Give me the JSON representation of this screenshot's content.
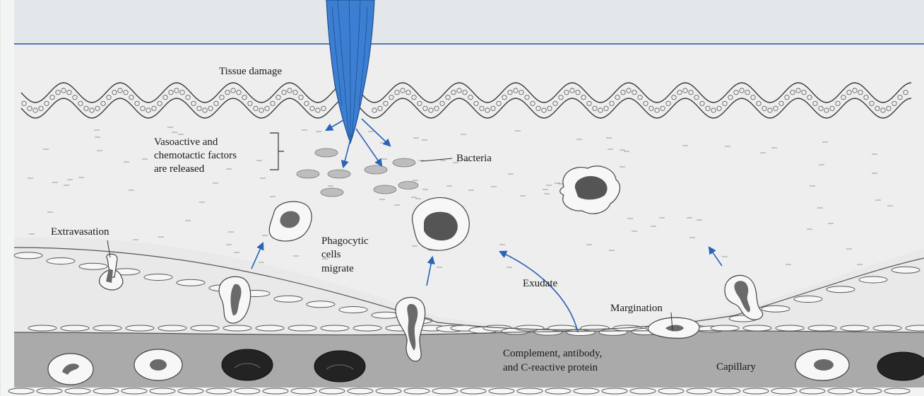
{
  "figure": {
    "labels": {
      "tissue_damage": "Tissue damage",
      "factors_line1": "Vasoactive and",
      "factors_line2": "chemotactic factors",
      "factors_line3": "are released",
      "bacteria": "Bacteria",
      "extravasation": "Extravasation",
      "phagocytic_line1": "Phagocytic",
      "phagocytic_line2": "cells",
      "phagocytic_line3": "migrate",
      "exudate": "Exudate",
      "margination": "Margination",
      "complement_line1": "Complement, antibody,",
      "complement_line2": "and C-reactive protein",
      "capillary": "Capillary"
    },
    "colors": {
      "background": "#f3f4f4",
      "tissue_fill": "#ececec",
      "capillary_fill": "#a9a9a9",
      "vessel_wall": "#e7e7e7",
      "arrow_blue": "#2a63b8",
      "splinter_blue": "#3c7fd2",
      "nucleus": "#6a6a6a",
      "red_cell": "#232323",
      "bacteria_fill": "#bdbdbd"
    }
  }
}
